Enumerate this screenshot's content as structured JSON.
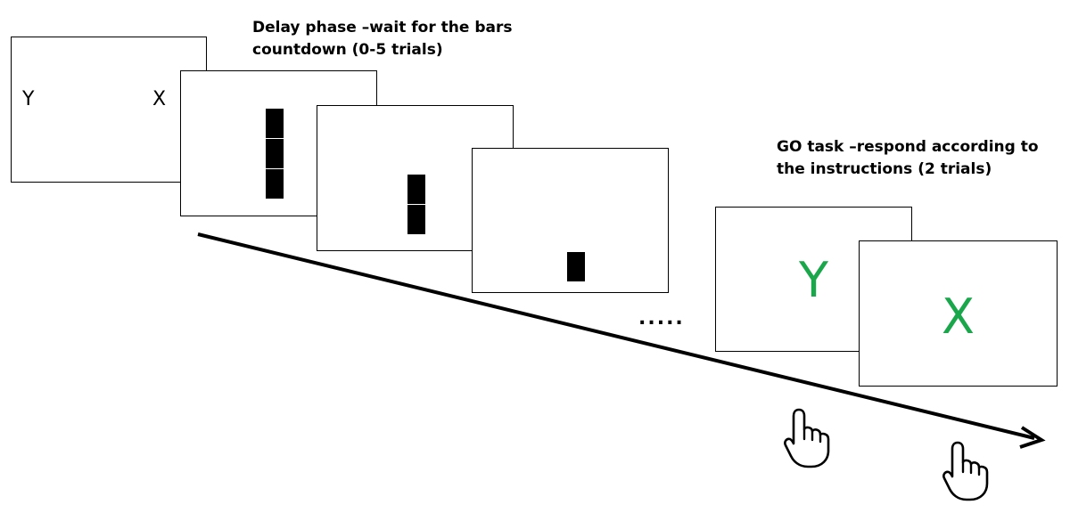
{
  "captions": {
    "delay_line1": "Delay phase –wait for the bars",
    "delay_line2": "countdown (0-5 trials)",
    "go_line1": "GO task –respond according to",
    "go_line2": "the instructions (2 trials)"
  },
  "instruction_screen": {
    "left_letter": "Y",
    "right_letter": "X"
  },
  "countdown_bars": [
    3,
    2,
    1
  ],
  "ellipsis": ".....",
  "go_screens": {
    "first_letter": "Y",
    "second_letter": "X"
  },
  "colors": {
    "go_letter": "#1aa64a",
    "bars": "#000000",
    "arrow": "#000000"
  },
  "icons": [
    "hand-pointer-icon",
    "hand-pointer-icon"
  ]
}
